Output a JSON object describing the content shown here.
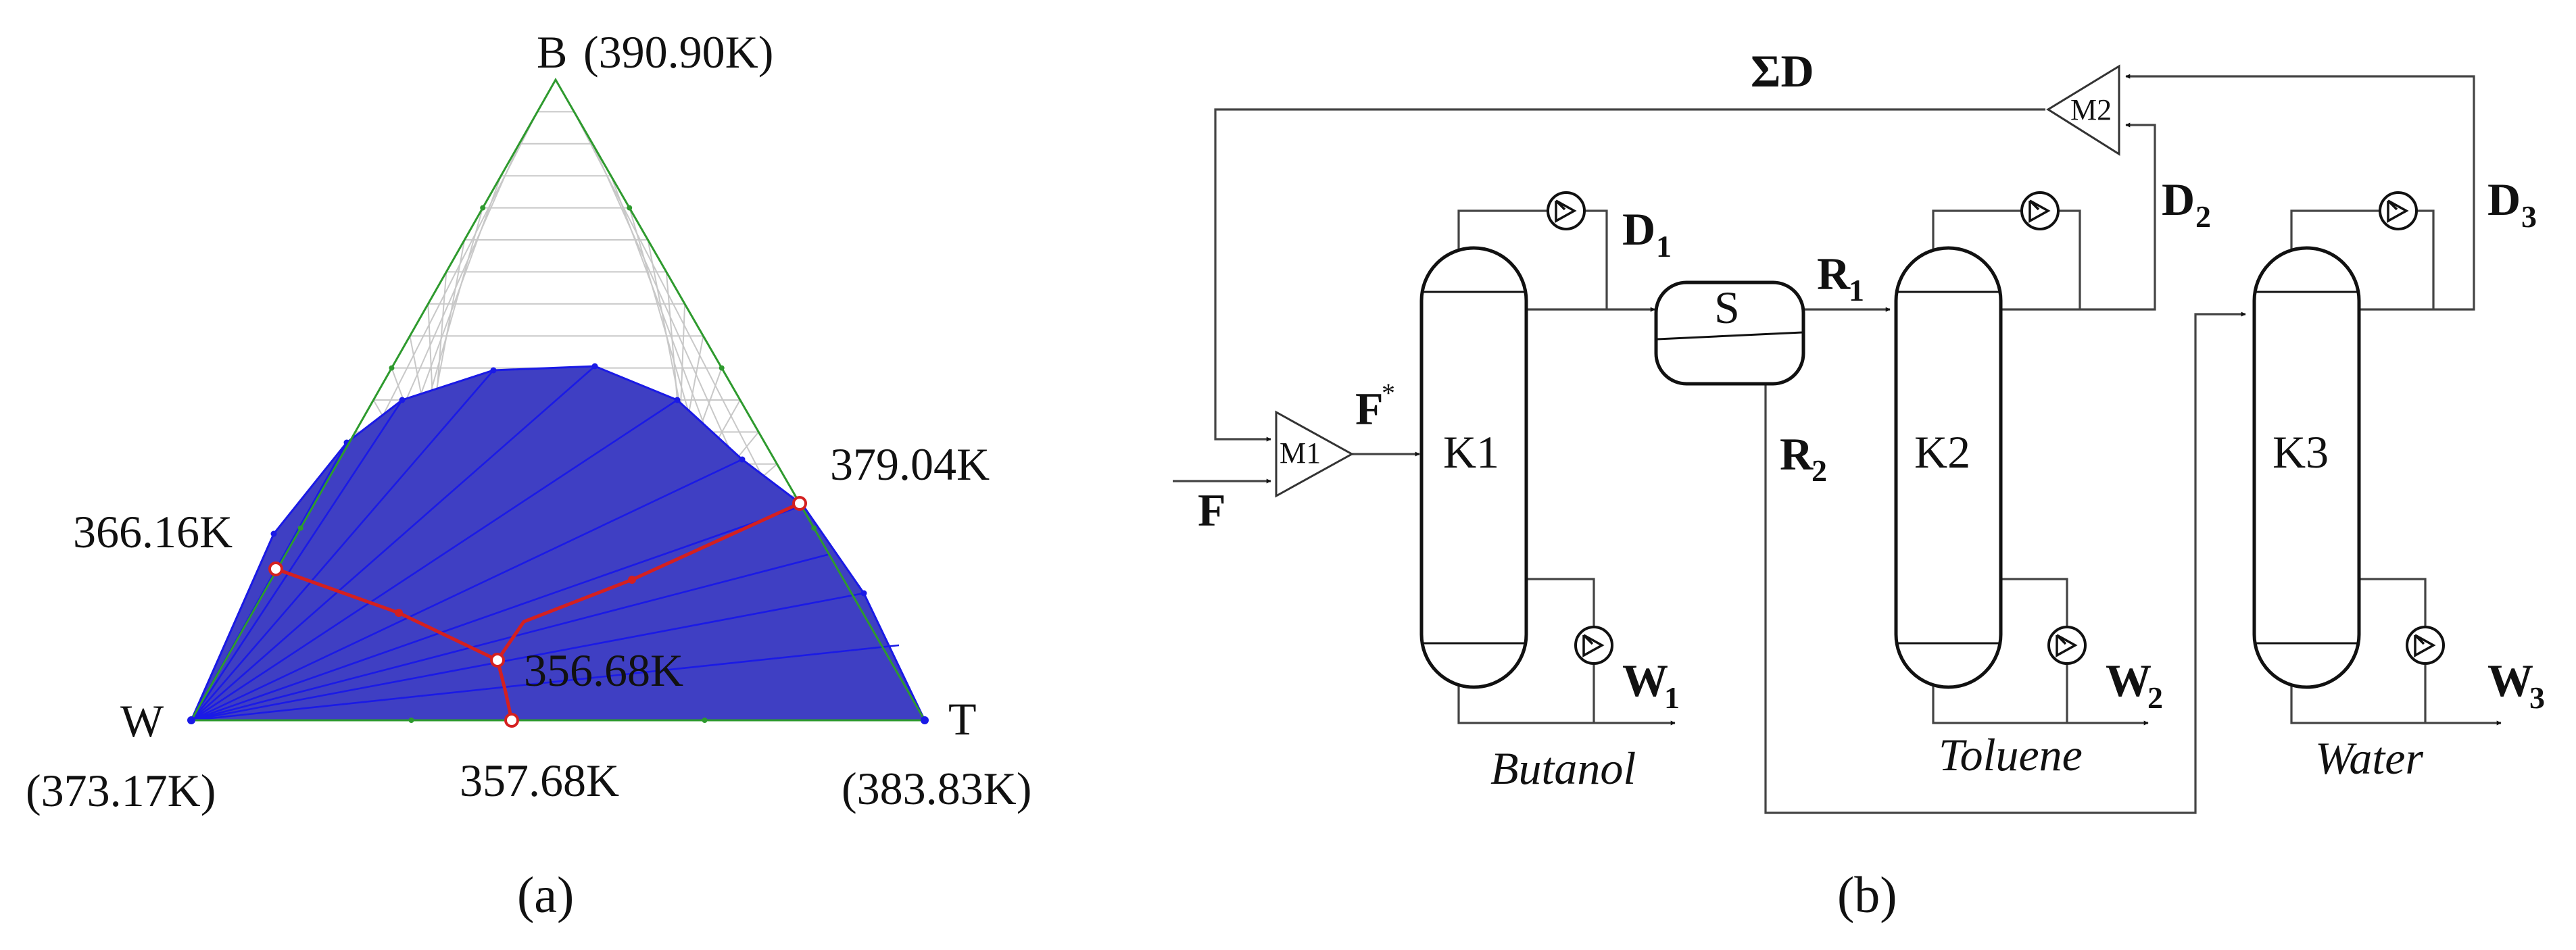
{
  "panel_a": {
    "caption": "(a)",
    "vertices": {
      "B": {
        "name": "B",
        "temp": "(390.90K)"
      },
      "W": {
        "name": "W",
        "temp": "(373.17K)"
      },
      "T": {
        "name": "T",
        "temp": "(383.83K)"
      }
    },
    "temperature_labels": {
      "binary_left": "366.16K",
      "binary_right": "379.04K",
      "ternary_point": "356.68K",
      "binary_bottom": "357.68K"
    },
    "colors": {
      "two_phase_region": "#3f3fc3",
      "tie_lines": "#1a1ae6",
      "distillation_boundaries": "#d42020",
      "triangle_edges": "#2e9a2e",
      "grid": "#c8c8c8"
    }
  },
  "panel_b": {
    "caption": "(b)",
    "columns": [
      {
        "id": "K1",
        "label": "K1",
        "distillate": "D",
        "distillate_sub": "1",
        "bottoms": "W",
        "bottoms_sub": "1",
        "product": "Butanol"
      },
      {
        "id": "K2",
        "label": "K2",
        "distillate": "D",
        "distillate_sub": "2",
        "bottoms": "W",
        "bottoms_sub": "2",
        "product": "Toluene"
      },
      {
        "id": "K3",
        "label": "K3",
        "distillate": "D",
        "distillate_sub": "3",
        "bottoms": "W",
        "bottoms_sub": "3",
        "product": "Water"
      }
    ],
    "separator": {
      "label": "S"
    },
    "mixers": {
      "m1": "M1",
      "m2": "M2"
    },
    "streams": {
      "feed": "F",
      "mixed_feed": "F",
      "mixed_feed_sup": "*",
      "recycle": "ΣD",
      "r1": "R",
      "r1_sub": "1",
      "r2": "R",
      "r2_sub": "2"
    }
  }
}
